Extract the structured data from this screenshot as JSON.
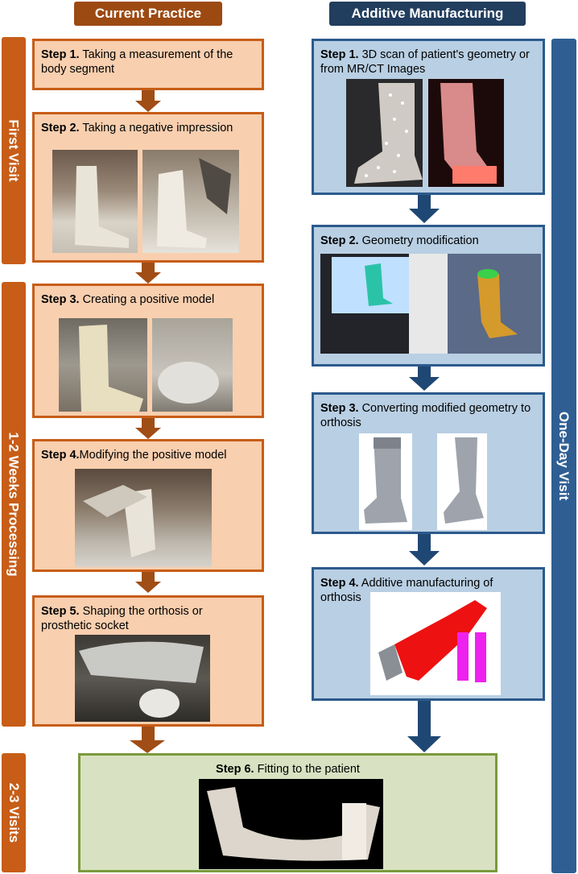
{
  "headers": {
    "current": "Current Practice",
    "additive": "Additive Manufacturing"
  },
  "side_labels": {
    "first_visit": "First Visit",
    "processing": "1-2 Weeks Processing",
    "visits": "2-3 Visits",
    "one_day": "One-Day Visit"
  },
  "current": [
    {
      "num": "Step 1.",
      "text": "Taking a measurement of the body segment"
    },
    {
      "num": "Step 2.",
      "text": "Taking a negative impression"
    },
    {
      "num": "Step 3.",
      "text": "Creating a positive model"
    },
    {
      "num": "Step 4.",
      "text": "Modifying the positive model"
    },
    {
      "num": "Step 5.",
      "text": "Shaping the orthosis or prosthetic socket"
    }
  ],
  "additive": [
    {
      "num": "Step 1.",
      "text": "3D scan of patient's geometry or from MR/CT Images"
    },
    {
      "num": "Step 2.",
      "text": "Geometry modification"
    },
    {
      "num": "Step 3.",
      "text": "Converting modified geometry to orthosis"
    },
    {
      "num": "Step 4.",
      "text": "Additive manufacturing of orthosis"
    }
  ],
  "final": {
    "num": "Step 6.",
    "text": "Fitting to the patient"
  },
  "colors": {
    "orange_dark": "#9c4a12",
    "orange": "#c75d17",
    "orange_fill": "#f8cfaf",
    "blue_dark": "#223e5e",
    "blue": "#2f5e93",
    "blue_fill": "#b9cfe3",
    "green_border": "#7b9a3c",
    "green_fill": "#d8e2c2"
  }
}
